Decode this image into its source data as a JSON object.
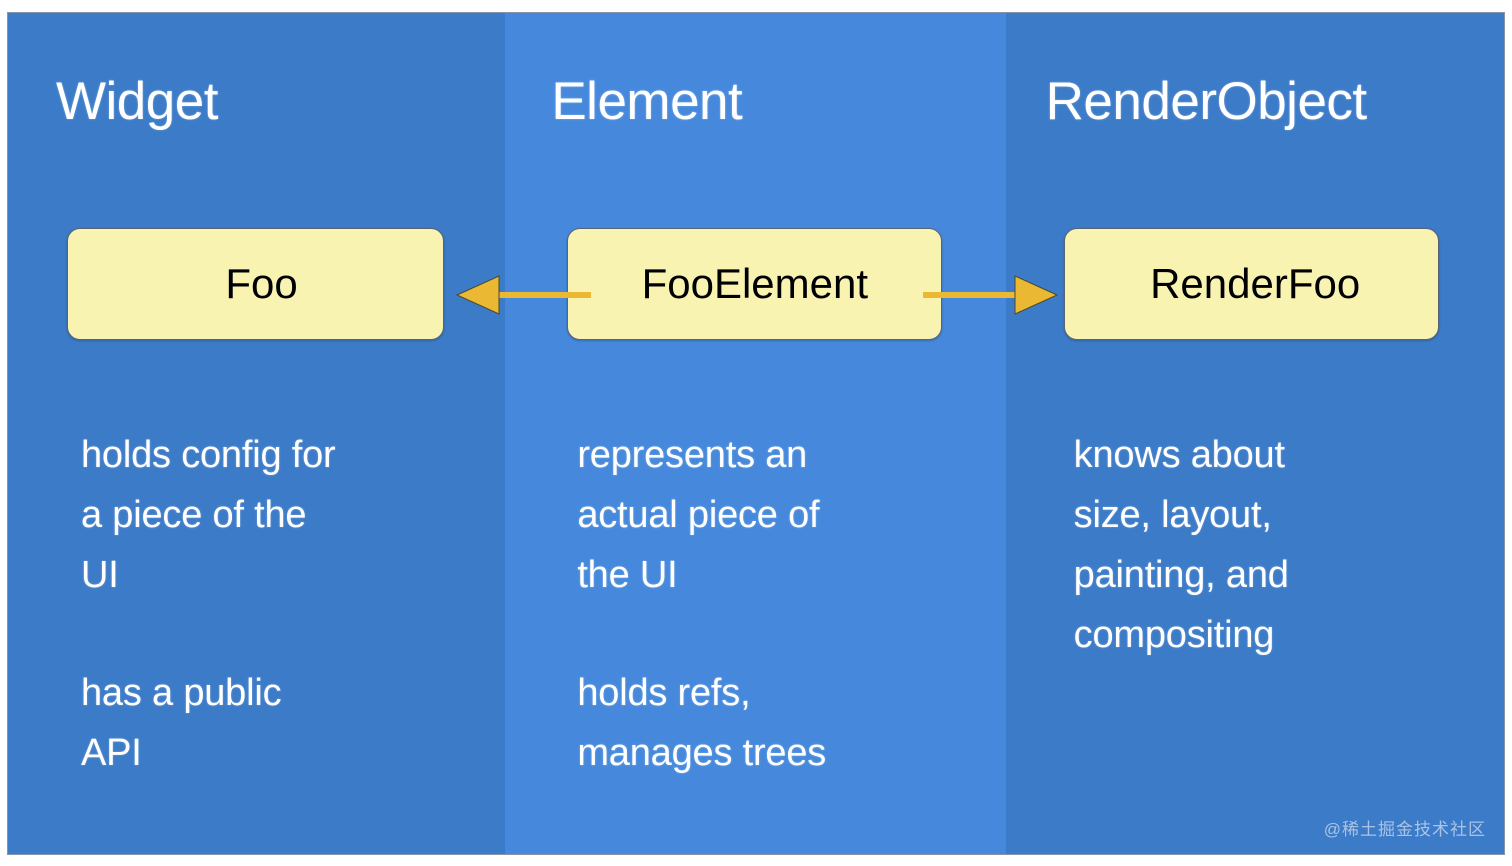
{
  "slide": {
    "background_outer": "#3c7bc8",
    "background_middle": "#4689dc",
    "node_fill": "#f9f3b2",
    "node_border": "#5b6474",
    "arrow_color": "#eab832",
    "title_color": "#ffffff"
  },
  "columns": [
    {
      "key": "widget",
      "title": "Widget",
      "node": "Foo",
      "descriptions": [
        "holds config for\na piece of the\nUI",
        "has a public\nAPI"
      ]
    },
    {
      "key": "element",
      "title": "Element",
      "node": "FooElement",
      "descriptions": [
        "represents an\nactual piece of\nthe UI",
        "holds refs,\nmanages trees"
      ]
    },
    {
      "key": "renderobject",
      "title": "RenderObject",
      "node": "RenderFoo",
      "descriptions": [
        "knows about\nsize, layout,\npainting, and\ncompositing"
      ]
    }
  ],
  "arrows": [
    {
      "name": "element-to-widget",
      "direction": "left",
      "from": "FooElement",
      "to": "Foo"
    },
    {
      "name": "element-to-renderobject",
      "direction": "right",
      "from": "FooElement",
      "to": "RenderFoo"
    }
  ],
  "watermark": "@稀土掘金技术社区"
}
